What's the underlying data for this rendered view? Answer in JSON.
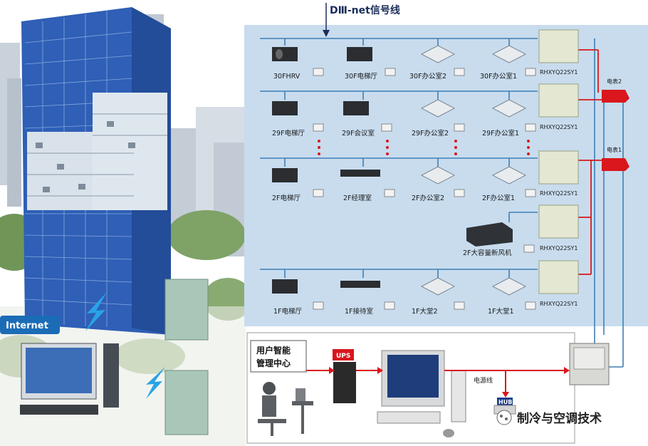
{
  "bus_label": "DⅢ-net信号线",
  "internet_label": "Internet",
  "floors": [
    {
      "units": [
        "30FHRV",
        "30F电梯厅",
        "30F办公室2",
        "30F办公室1"
      ],
      "outdoor": "RHXYQ22SY1"
    },
    {
      "units": [
        "29F电梯厅",
        "29F会议室",
        "29F办公室2",
        "29F办公室1"
      ],
      "outdoor": "RHXYQ22SY1"
    },
    {
      "units": [
        "2F电梯厅",
        "2F经理室",
        "2F办公室2",
        "2F办公室1"
      ],
      "outdoor": "RHXYQ22SY1"
    },
    {
      "units": [
        "2F大容量新风机"
      ],
      "outdoor": "RHXYQ22SY1"
    },
    {
      "units": [
        "1F电梯厅",
        "1F接待室",
        "1F大堂2",
        "1F大堂1"
      ],
      "outdoor": "RHXYQ22SY1"
    }
  ],
  "meters": [
    "电表2",
    "电表1"
  ],
  "center_title": [
    "用户智能",
    "管理中心"
  ],
  "ups_label": "UPS",
  "power_line_label": "电源线",
  "hub_label": "HUB",
  "watermark": "制冷与空调技术",
  "colors": {
    "panel": "#c8dcee",
    "bus": "#3e7fb5",
    "red": "#d9171c",
    "glass": "#2f5fb6"
  }
}
